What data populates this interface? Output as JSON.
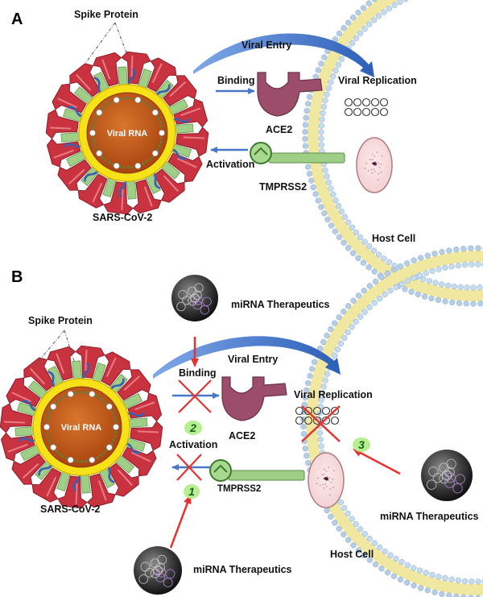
{
  "panel_a": {
    "letter": "A",
    "spike_protein": "Spike Protein",
    "viral_rna": "Viral RNA",
    "sars_cov_2": "SARS-CoV-2",
    "viral_entry": "Viral Entry",
    "binding": "Binding",
    "viral_replication": "Viral Replication",
    "ace2": "ACE2",
    "activation": "Activation",
    "tmprss2": "TMPRSS2",
    "host_cell": "Host Cell"
  },
  "panel_b": {
    "letter": "B",
    "spike_protein": "Spike Protein",
    "viral_rna": "Viral RNA",
    "sars_cov_2": "SARS-CoV-2",
    "viral_entry": "Viral Entry",
    "binding": "Binding",
    "viral_replication": "Viral Replication",
    "ace2": "ACE2",
    "activation": "Activation",
    "tmprss2": "TMPRSS2",
    "host_cell": "Host Cell",
    "mirna_top": "miRNA Therapeutics",
    "mirna_right": "miRNA Therapeutics",
    "mirna_bottom": "miRNA Therapeutics",
    "step_1": "1",
    "step_2": "2",
    "step_3": "3"
  },
  "colors": {
    "spike_red": "#c8333f",
    "spike_dark": "#8e1c2a",
    "capsule_yellow": "#f7e21a",
    "core_orange": "#c35a19",
    "m_protein_green": "#9fcf87",
    "arrow_blue": "#4a78c9",
    "inhibit_red": "#e3342f",
    "ace2_purple": "#9b4d6a",
    "membrane_yellow": "#f0e8a0",
    "membrane_blue": "#a7c3de",
    "badge_green": "#b6ef8f"
  }
}
